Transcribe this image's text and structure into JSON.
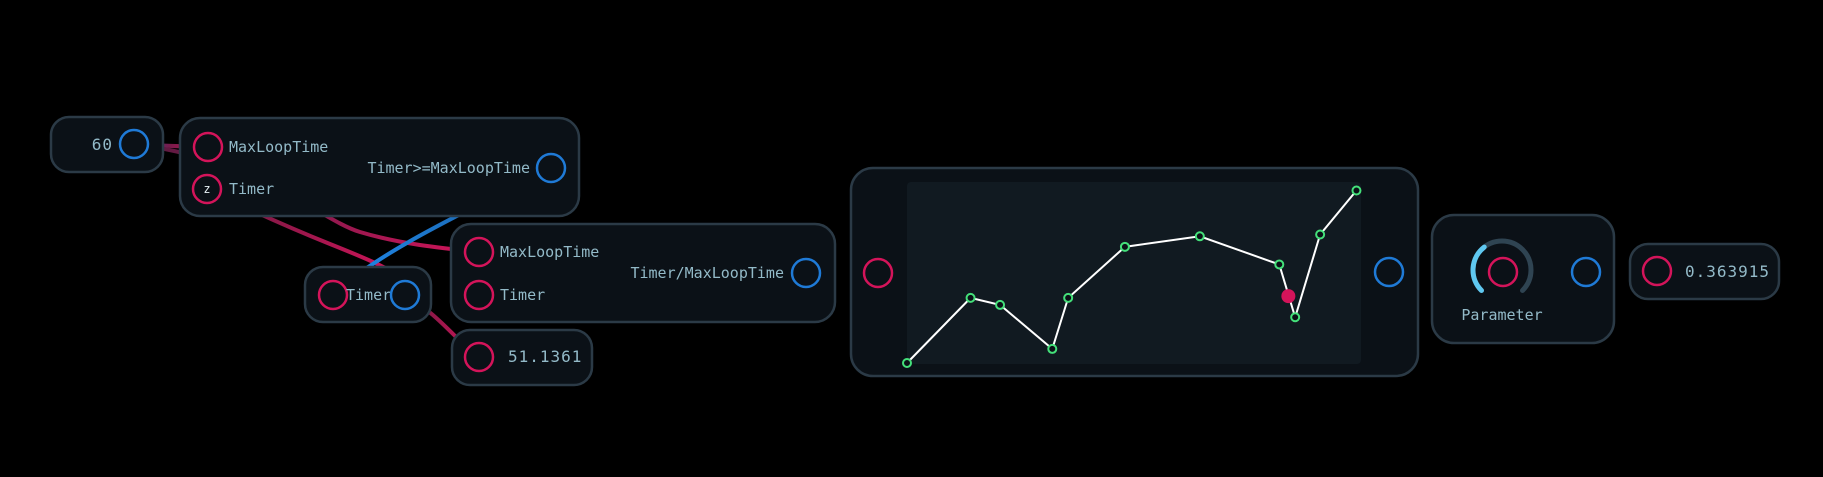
{
  "colors": {
    "input_port": "#d4145a",
    "output_port": "#1f7ad6",
    "node_border": "#2b3a46",
    "node_fill": "#0b1117",
    "label_text": "#93bac8",
    "plot_point": "#44e07a",
    "plot_line": "#ffffff",
    "playhead": "#d4145a",
    "knob_active": "#5fc8f0",
    "knob_track": "#2f4452"
  },
  "nodes": {
    "constant": {
      "value": "60"
    },
    "compare": {
      "input_a": "MaxLoopTime",
      "input_b": "Timer",
      "input_b_badge": "z",
      "output": "Timer>=MaxLoopTime"
    },
    "timer": {
      "label": "Timer"
    },
    "divide": {
      "input_a": "MaxLoopTime",
      "input_b": "Timer",
      "output": "Timer/MaxLoopTime"
    },
    "timer_display": {
      "value": "51.1361"
    },
    "parameter": {
      "label": "Parameter",
      "knob_level": 0.36
    },
    "result_display": {
      "value": "0.363915"
    }
  },
  "chart_data": {
    "type": "line",
    "x": [
      0.0,
      0.14,
      0.205,
      0.32,
      0.355,
      0.48,
      0.645,
      0.82,
      0.855,
      0.91,
      0.99
    ],
    "values": [
      0.0,
      0.37,
      0.33,
      0.08,
      0.37,
      0.66,
      0.72,
      0.56,
      0.26,
      0.73,
      0.98
    ],
    "xlim": [
      0,
      1
    ],
    "ylim": [
      0,
      1
    ],
    "playhead": {
      "x": 0.84,
      "y": 0.38
    },
    "grid": false,
    "title": "",
    "xlabel": "",
    "ylabel": ""
  }
}
